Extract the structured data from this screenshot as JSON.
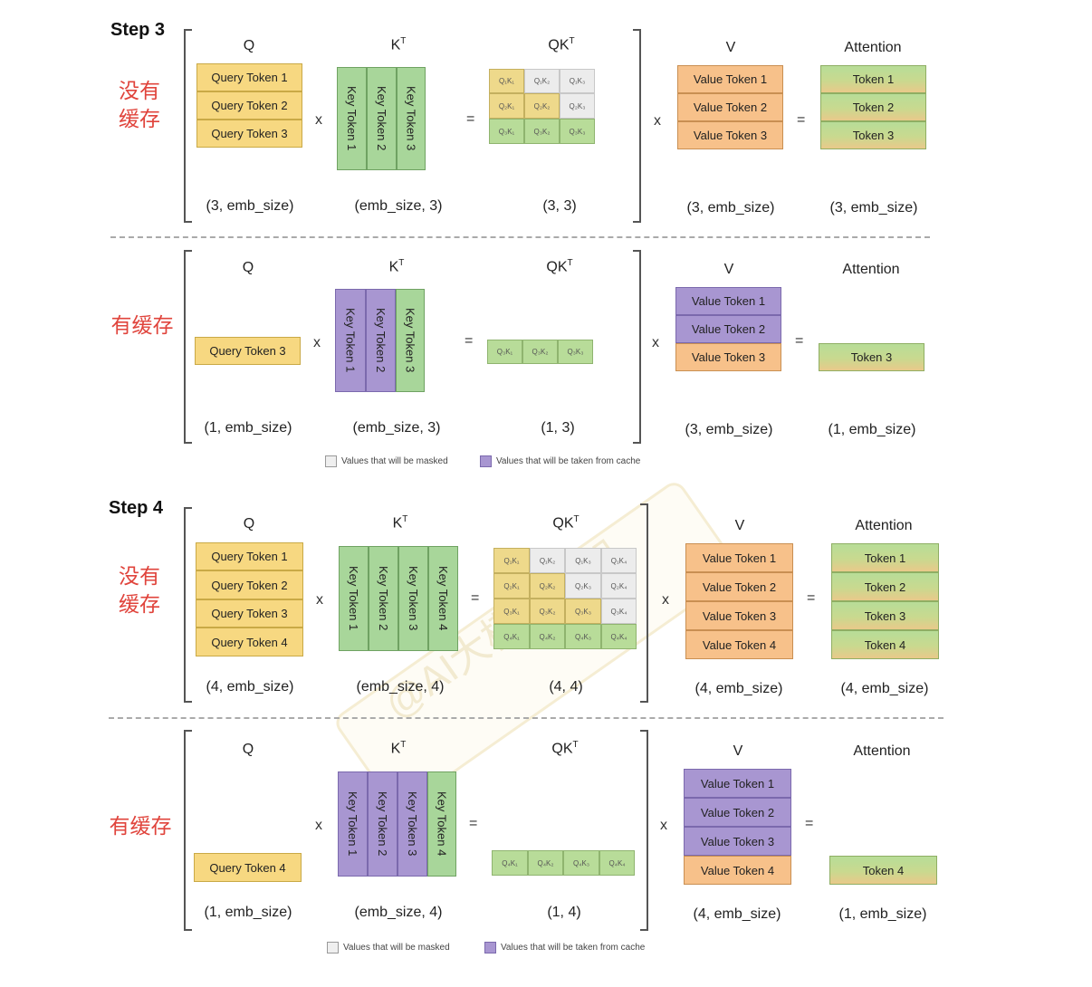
{
  "steps": {
    "s3": "Step 3",
    "s4": "Step 4"
  },
  "labels": {
    "no_cache": "没有\n缓存",
    "with_cache": "有缓存"
  },
  "headers": {
    "q": "Q",
    "k": "K",
    "k_sup": "T",
    "qk": "QK",
    "qk_sup": "T",
    "v": "V",
    "att": "Attention"
  },
  "ops": {
    "mult": "x",
    "eq": "="
  },
  "tokens": {
    "q": [
      "Query Token 1",
      "Query Token 2",
      "Query Token 3",
      "Query Token 4"
    ],
    "k": [
      "Key Token 1",
      "Key Token 2",
      "Key Token 3",
      "Key Token 4"
    ],
    "v": [
      "Value Token 1",
      "Value Token 2",
      "Value Token 3",
      "Value Token 4"
    ],
    "a": [
      "Token 1",
      "Token 2",
      "Token 3",
      "Token 4"
    ]
  },
  "qk_cells": {
    "r1": [
      "Q₁K₁",
      "Q₁K₂",
      "Q₁K₃",
      "Q₁K₄"
    ],
    "r2": [
      "Q₂K₁",
      "Q₂K₂",
      "Q₂K₃",
      "Q₂K₄"
    ],
    "r3": [
      "Q₃K₁",
      "Q₃K₂",
      "Q₃K₃",
      "Q₃K₄"
    ],
    "r4": [
      "Q₄K₁",
      "Q₄K₂",
      "Q₄K₃",
      "Q₄K₄"
    ]
  },
  "shapes": {
    "s3a": [
      "(3, emb_size)",
      "(emb_size, 3)",
      "(3, 3)",
      "(3, emb_size)",
      "(3, emb_size)"
    ],
    "s3b": [
      "(1, emb_size)",
      "(emb_size, 3)",
      "(1, 3)",
      "(3, emb_size)",
      "(1, emb_size)"
    ],
    "s4a": [
      "(4, emb_size)",
      "(emb_size, 4)",
      "(4, 4)",
      "(4, emb_size)",
      "(4, emb_size)"
    ],
    "s4b": [
      "(1, emb_size)",
      "(emb_size, 4)",
      "(1, 4)",
      "(4, emb_size)",
      "(1, emb_size)"
    ]
  },
  "legend": {
    "masked": "Values that will be masked",
    "cache": "Values that will be taken from cache"
  },
  "watermark": "@AI大模型小智",
  "colors": {
    "query": "#f7d881",
    "key": "#a8d69a",
    "cache": "#a896d1",
    "value": "#f7c18a",
    "masked": "#ececec",
    "label_red": "#e0443c"
  }
}
